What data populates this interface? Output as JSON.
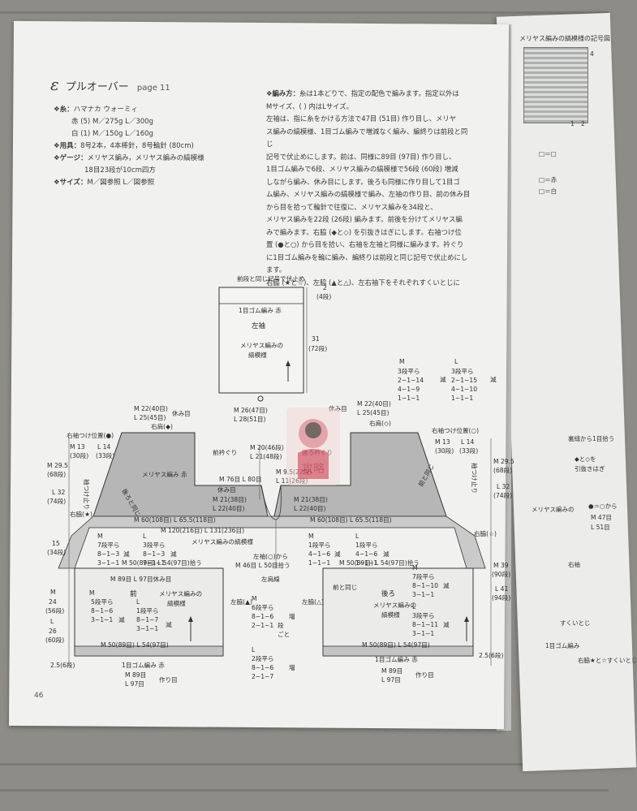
{
  "header": {
    "pattern_letter": "ε",
    "title": "プルオーバー",
    "page_ref": "page 11"
  },
  "specs": {
    "yarn_label": "❖糸：",
    "yarn_brand": "ハマナカ ウォーミィ",
    "yarn_red": "赤 (5) M／275g L／300g",
    "yarn_white": "白 (1) M／150g L／160g",
    "tools_label": "❖用具：",
    "tools": "8号2本，4本棒針，8号輪針 (80cm)",
    "gauge_label": "❖ゲージ：",
    "gauge_1": "メリヤス編み，メリヤス編みの縞模様",
    "gauge_2": "18目23段が10cm四方",
    "size_label": "❖サイズ：",
    "size": "M／図参照 L／図参照"
  },
  "instructions": {
    "label": "❖編み方：",
    "lines": [
      "糸は1本どりで、指定の配色で編みます。指定以外は",
      "Mサイズ、( ) 内はLサイズ。",
      "左袖は、指に糸をかける方法で47目 (51目) 作り目し、メリヤ",
      "ス編みの縞模様、1目ゴム編みで増減なく編み、編終りは前段と同じ",
      "記号で伏止めにします。前は、同様に89目 (97目) 作り目し、",
      "1目ゴム編みで6段、メリヤス編みの縞模様で56段 (60段) 増減",
      "しながら編み、休み目にします。後ろも同様に作り目して1目ゴ",
      "ム編み、メリヤス編みの縞模様で編み、左袖の作り目、前の休み目",
      "から目を拾って輪針で往復に、メリヤス編みを34段と、",
      "メリヤス編みを22段 (26段) 編みます。前後を分けてメリヤス編",
      "みで編みます。右脇 (◆と◇) を引抜きはぎにします。右袖つけ位",
      "置 (●と○) から目を拾い、右袖を左袖と同様に編みます。衿ぐり",
      "に1目ゴム編みを輪に編み、編終りは前段と同じ記号で伏止めにします。",
      "右脇 (★と☆)、左脇 (▲と△)、左右袖下をそれぞれすくいとじに",
      "します。"
    ]
  },
  "diagram": {
    "top_note": "前段と同じ記号で伏止め",
    "sleeve_rib": "1目ゴム編み 赤",
    "sleeve_title": "左袖",
    "sleeve_pattern_1": "メリヤス編みの",
    "sleeve_pattern_2": "縞模様",
    "d_2": "2",
    "d_4r": "(4段)",
    "d_31": "31",
    "d_72r": "(72段)",
    "sleeve_m": "M 26(47目)",
    "sleeve_l": "L 28(51目)",
    "inc_m": "M",
    "inc_m_1": "3段平ら",
    "inc_m_2": "2−1−14",
    "inc_m_3": "4−1−9",
    "inc_m_4": "1−1−1",
    "inc_l": "L",
    "inc_l_1": "3段平ら",
    "inc_l_2": "2−1−15",
    "inc_l_3": "4−1−10",
    "inc_l_4": "1−1−1",
    "dec": "減",
    "yasumi": "休み目",
    "m22": "M 22(40目)",
    "l25": "L 25(45目)",
    "right_shoulder_a": "右肩(◆)",
    "right_shoulder_b": "右肩(◇)",
    "sleeve_pos_a": "右袖つけ位置(●)",
    "sleeve_pos_b": "右袖つけ位置(○)",
    "m13": "M 13",
    "l14": "L 14",
    "r30": "(30段)",
    "r33": "(33段)",
    "maegurui": "前衿ぐり",
    "m20": "M 20(46段)",
    "l21": "L 21(48段)",
    "m95": "M 9.5(22段)",
    "l11": "L 11(26段)",
    "ushiro_eri": "後ろ衿ぐり",
    "meriyasu_red": "メリヤス編み 赤",
    "ushiro_onaji": "後ろと同じ",
    "mae_onaji": "前と同じ",
    "m76": "M 76目 L 80目",
    "m21a": "M 21(38目)",
    "l22a": "L 22(40目)",
    "m60": "M 60(108目) L 65.5(118目)",
    "m120": "M 120(216目) L 131(236目)",
    "m295": "M 29.5",
    "r68": "(68段)",
    "l32": "L 32",
    "r74": "(74段)",
    "tsuke": "袖つけ止り",
    "waki_star": "右脇(★)",
    "waki_star2": "右脇(☆)",
    "d15": "15",
    "r34": "(34段)",
    "m39": "M 39",
    "r90": "(90段)",
    "l41": "L 41",
    "r94": "(94段)",
    "stripe": "メリヤス編みの縞模様",
    "m7": "7段平ら",
    "m8_1_3": "8−1−3",
    "m3_1_1": "3−1−1",
    "l3": "3段平ら",
    "l8_1_3": "8−1−3",
    "l7_1_1": "7−1−1",
    "c1": "1段平ら",
    "c4_1_6": "4−1−6",
    "c1_1_1": "1−1−1",
    "c1b": "1段平ら",
    "c4_1_6b": "4−1−6",
    "c1_1_1b": "1−1−1",
    "sode_kara": "左袖(○)から",
    "m46": "M 46目 L 50目拾う",
    "m50a": "M 50(89目) L 54(97目)拾う",
    "m50b": "M 50(89目) L 54(97目)拾う",
    "left_shoulder": "左肩線",
    "m89": "M 89目 L 97目休み目",
    "front": "前",
    "front_pattern_1": "メリヤス編みの",
    "front_pattern_2": "縞模様",
    "back": "後ろ",
    "back_pattern_1": "メリヤス編みの",
    "back_pattern_2": "縞模様",
    "fm5": "5段平ら",
    "fm8_1_6": "8−1−6",
    "fm3_1_1": "3−1−1",
    "fl1": "1段平ら",
    "fl8_1_7": "8−1−7",
    "fl3_1_1": "3−1−1",
    "bm7": "7段平ら",
    "bm8_1_10": "8−1−10",
    "bm3_1_1": "3−1−1",
    "bl3": "3段平ら",
    "bl8_1_11": "8−1−11",
    "bl3_1_1": "3−1−1",
    "cm6": "6段平ら",
    "cm8_1_6": "8−1−6",
    "cm2_1_1": "2−1−1",
    "c_dan": "段",
    "c_goto": "ごと",
    "c2": "2段平ら",
    "c8_1_6": "8−1−6",
    "c2_1_7": "2−1−7",
    "inc": "増",
    "left_waki_a": "左脇(▲)",
    "left_waki_b": "左脇(△)",
    "m24": "M",
    "d24": "24",
    "r56": "(56段)",
    "d26": "26",
    "r60": "(60段)",
    "m50_fb": "M 50(89目) L 54(97目)",
    "d25": "2.5(6段)",
    "rib_bottom": "1目ゴム編み 赤",
    "cast_m": "M 89目",
    "cast_l": "L 97目",
    "cast_on": "作り目"
  },
  "page_number": "46",
  "right_page": {
    "title": "メリヤス編みの縞模様の記号図",
    "n4": "4",
    "n2": "2",
    "n1": "1",
    "legend_1": "□＝□",
    "legend_red": "□＝赤",
    "legend_white": "□＝白",
    "note_1": "裏縫から1目拾う",
    "note_2": "◆と◇を",
    "note_3": "引抜きはぎ",
    "note_4": "●＝○から",
    "note_5": "M 47目",
    "note_6": "L 51目",
    "note_7": "メリヤス編みの",
    "note_8": "右袖",
    "note_9": "すくいとじ",
    "note_10": "1目ゴム編み",
    "note_11": "右脇★と☆すくいとじ"
  },
  "watermark": {
    "text": "攻略"
  }
}
